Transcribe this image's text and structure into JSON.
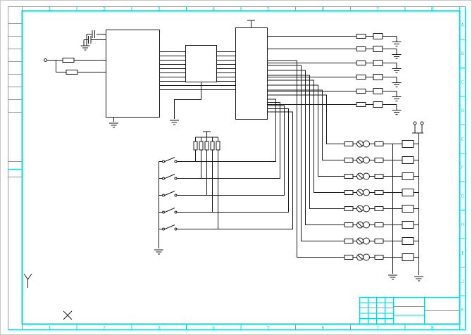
{
  "sheet": {
    "paper_color": "#ffffff",
    "frame_color": "#00d8d8",
    "ink_color": "#1a1a1a",
    "grid_refs": {
      "top": [
        "1",
        "2",
        "3",
        "4",
        "5",
        "6",
        "7",
        "8"
      ],
      "bottom": [
        "1",
        "2",
        "3",
        "4",
        "5",
        "6",
        "7",
        "8"
      ],
      "right": [
        "A",
        "B",
        "C",
        "D",
        "E",
        "F",
        "G",
        "H",
        "I",
        "J",
        "K"
      ]
    }
  }
}
